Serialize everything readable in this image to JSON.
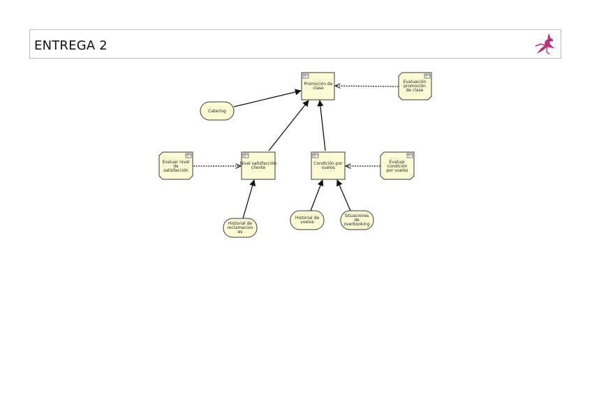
{
  "header": {
    "title": "ENTREGA 2"
  },
  "colors": {
    "node_fill": "#fdfbd3",
    "node_stroke": "#3a3a3a",
    "edge": "#111111",
    "logo": "#b5357a"
  },
  "icons": {
    "logo": "gazelle-logo",
    "decision": "table-icon"
  },
  "nodes": {
    "promocion_clase": [
      "Promoción de",
      "clase"
    ],
    "evaluacion_promocion": [
      "Evaluación",
      "promoción",
      "de clase"
    ],
    "catering": [
      "Catering"
    ],
    "nivel_satisfaccion": [
      "Nivel satisfacción",
      "cliente"
    ],
    "condicion_vuelos": [
      "Condición por",
      "vuelos"
    ],
    "evaluar_nivel": [
      "Evaluar nivel",
      "de",
      "satisfacción"
    ],
    "evaluar_condicion": [
      "Evaluar",
      "condición",
      "por vuelos"
    ],
    "historial_reclamaciones": [
      "Historial de",
      "reclamacion",
      "es"
    ],
    "historial_vuelos": [
      "Historial de",
      "vuelos"
    ],
    "situaciones_overbooking": [
      "Situaciones",
      "de",
      "overbooking"
    ]
  }
}
